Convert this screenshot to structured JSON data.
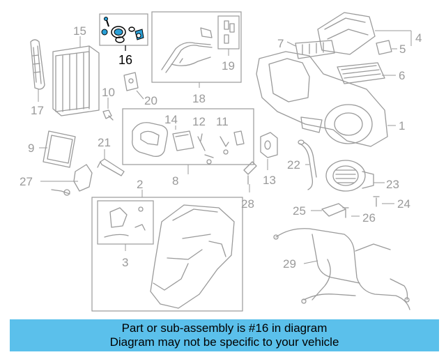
{
  "diagram": {
    "callouts": [
      "1",
      "2",
      "3",
      "4",
      "5",
      "6",
      "7",
      "8",
      "9",
      "10",
      "11",
      "12",
      "13",
      "14",
      "15",
      "16",
      "17",
      "18",
      "19",
      "20",
      "21",
      "22",
      "23",
      "24",
      "25",
      "26",
      "27",
      "28",
      "29"
    ],
    "highlighted_callout": "16",
    "colors": {
      "accent": "#5bc0eb",
      "parts": "#9a9a9a",
      "highlight": "#000000"
    }
  },
  "banner": {
    "line1": "Part or sub-assembly is #16 in diagram",
    "line2": "Diagram may not be specific to your vehicle"
  }
}
